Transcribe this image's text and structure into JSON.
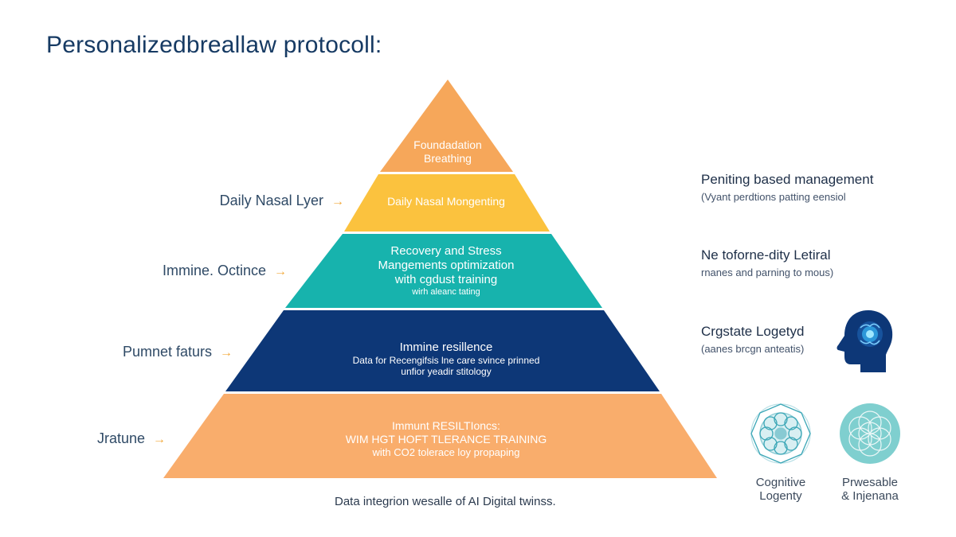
{
  "title": "Personalizedbreallaw protocoll:",
  "left_labels": [
    {
      "text": "Daily Nasal Lyer",
      "arrow": "→"
    },
    {
      "text": "Immine. Octince",
      "arrow": "→"
    },
    {
      "text": "Pumnet faturs",
      "arrow": "→"
    },
    {
      "text": "Jratune",
      "arrow": "→"
    }
  ],
  "tiers": [
    {
      "lines": [
        "Foundadation",
        "Breathing"
      ],
      "color": "#f6a75a",
      "text_color": "#ffffff"
    },
    {
      "lines": [
        "Daily Nasal Mongenting"
      ],
      "color": "#fbc23e",
      "text_color": "#ffffff"
    },
    {
      "lines": [
        "Recovery and Stress",
        "Mangements optimization",
        "with cgdust training"
      ],
      "sub": "wirh aleanc tating",
      "color": "#17b3ad",
      "text_color": "#ffffff"
    },
    {
      "lines": [
        "Immine resillence"
      ],
      "sub_lines": [
        "Data for Recengifsis lne care svince prinned",
        "unfior yeadir stitology"
      ],
      "color": "#0d3777",
      "text_color": "#ffffff"
    },
    {
      "lines": [
        "Immunt RESILTIoncs:",
        "WIM HGT HOFT TLERANCE TRAINING"
      ],
      "sub": "with CO2 tolerace loy propaping",
      "color": "#f9ad6c",
      "text_color": "#ffffff"
    }
  ],
  "right_items": [
    {
      "title": "Peniting based management",
      "sub": "(Vyant perdtions patting eensiol"
    },
    {
      "title": "Ne toforne-dity Letiral",
      "sub": "rnanes and parning to mous)"
    },
    {
      "title": "Crgstate Logetyd",
      "sub": "(aanes brcgn anteatis)"
    }
  ],
  "icons": {
    "head": "head-brain-icon",
    "mandala": "mandala-icon",
    "flower": "flower-of-life-icon"
  },
  "icon_labels": {
    "cognitive": [
      "Cognitive",
      "Logenty"
    ],
    "prwesable": [
      "Prwesable",
      "& Injenana"
    ]
  },
  "caption": "Data integrion wesalle of AI Digital twinss."
}
